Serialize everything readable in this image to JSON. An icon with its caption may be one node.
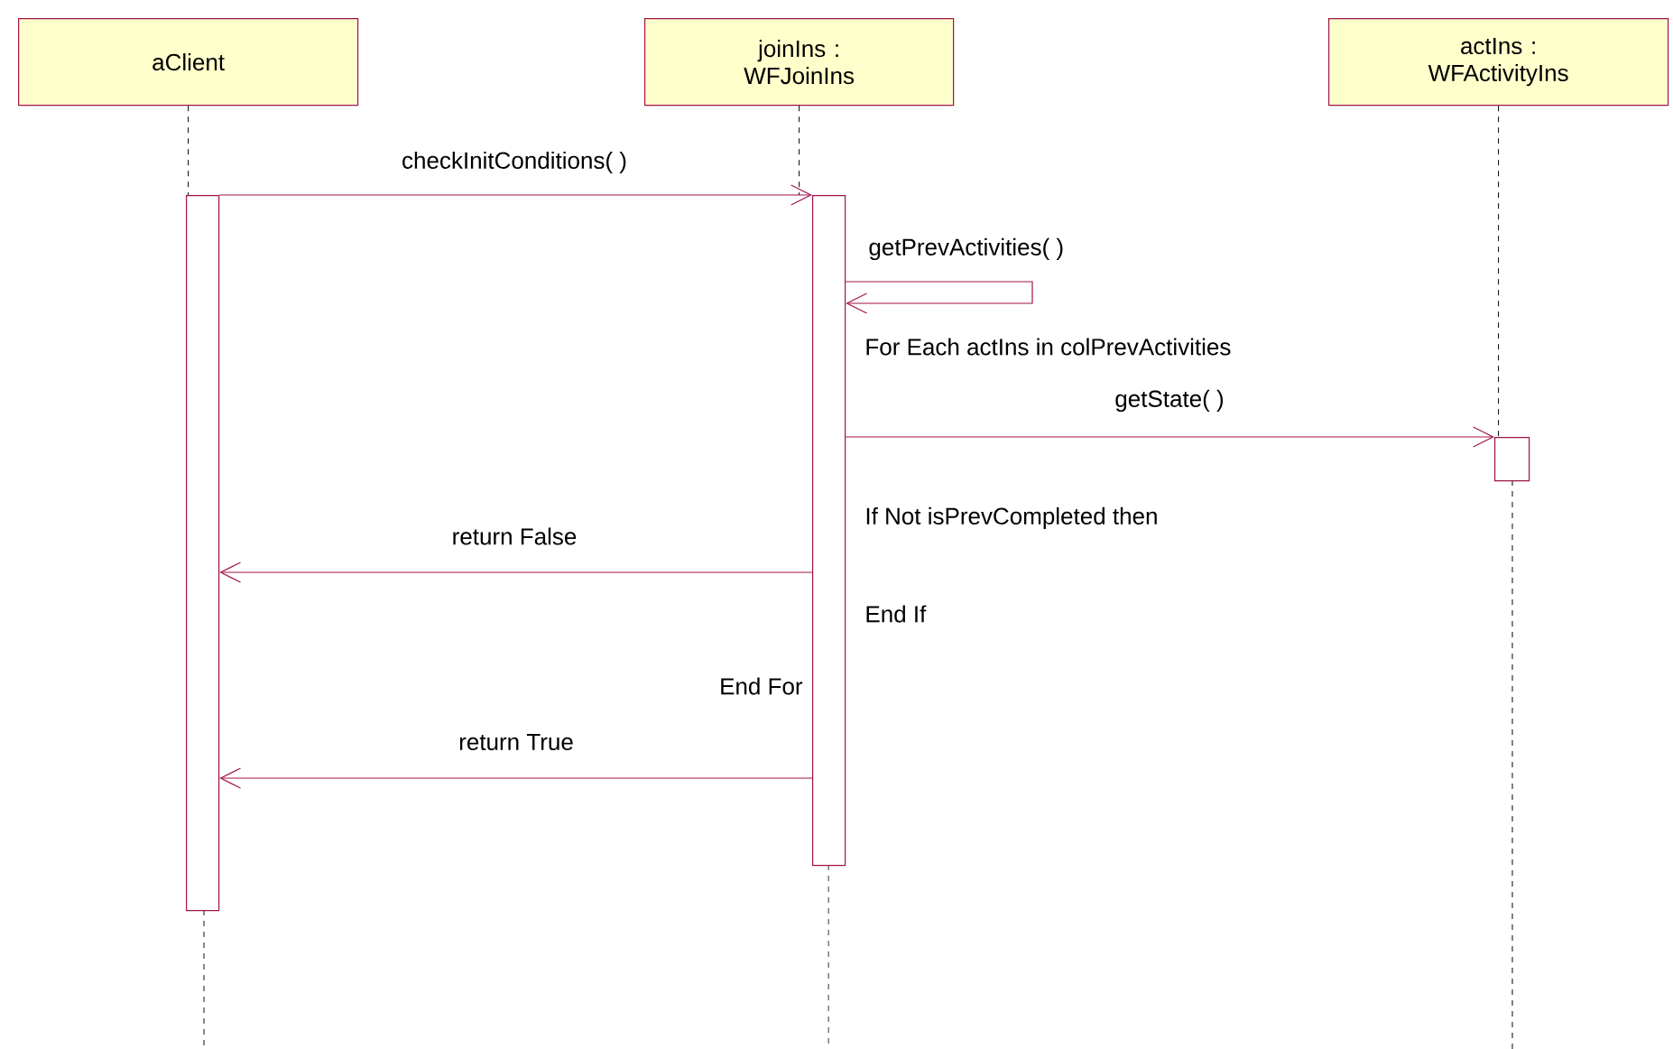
{
  "diagram": {
    "nodes": [
      {
        "text": [
          "aClient"
        ]
      },
      {
        "text": [
          "joinIns : WFJoinIns"
        ]
      },
      {
        "text": [
          "actIns : WFActivityIns"
        ]
      },
      {
        "text": [],
        "shape": "bar"
      },
      {
        "text": [],
        "shape": "bar"
      },
      {
        "text": [],
        "shape": "bar"
      }
    ],
    "edges": [
      {
        "from": 0,
        "to": 3,
        "arrow": "none",
        "style": "dashed",
        "color": "#000000"
      },
      {
        "from": 1,
        "to": 4,
        "arrow": "none",
        "style": "dashed",
        "color": "#000000"
      },
      {
        "from": 2,
        "to": 5,
        "arrow": "none",
        "style": "dashed",
        "color": "#000000"
      },
      {
        "from": 3,
        "to": 4,
        "arrow": "to",
        "label": "checkInitConditions( )"
      },
      {
        "from": 4,
        "to": 4,
        "arrow": "to",
        "label": "getPrevActivities( )"
      },
      {
        "from": 4,
        "to": 5,
        "arrow": "to",
        "label": "getState( )"
      },
      {
        "from": 4,
        "to": 3,
        "arrow": "to",
        "label": "return False"
      },
      {
        "from": 4,
        "to": 3,
        "arrow": "to",
        "label": "return True"
      }
    ],
    "labels": [
      "For Each actIns in colPrevActivities",
      "If Not isPrevCompleted then",
      "End If",
      "End For"
    ]
  }
}
